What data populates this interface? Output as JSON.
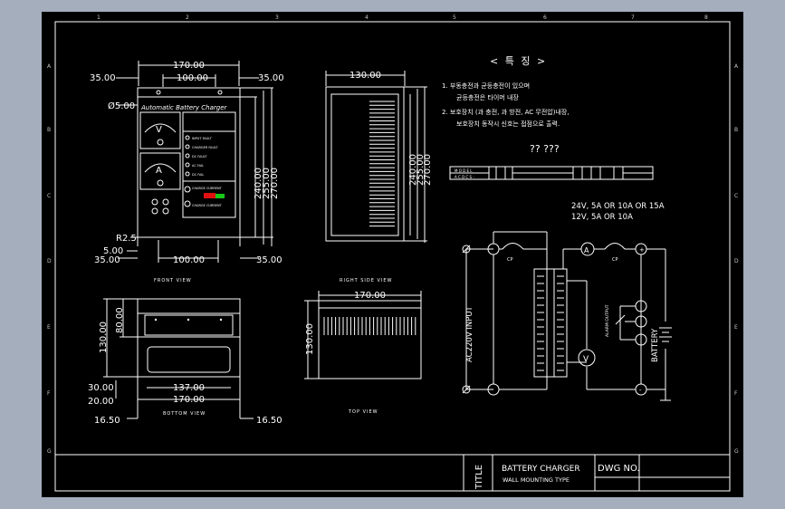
{
  "colors": {
    "background": "#a4aebd",
    "canvas": "#000000",
    "line": "#ffffff",
    "ruler_text": "#c8c8c8",
    "led_red": "#e01010",
    "led_green": "#18c818"
  },
  "ruler_top": [
    "1",
    "2",
    "3",
    "4",
    "5",
    "6",
    "7",
    "8"
  ],
  "ruler_side": [
    "A",
    "B",
    "C",
    "D",
    "E",
    "F",
    "G"
  ],
  "front_view": {
    "caption": "FRONT VIEW",
    "panel_title": "Automatic  Battery  Charger",
    "dims": {
      "top_170": "170.00",
      "top_100": "100.00",
      "left_35": "35.00",
      "right_35": "35.00",
      "hole": "Ø5.00",
      "h240": "240.00",
      "h255": "255.00",
      "h270": "270.00",
      "radius": "R2.5",
      "bot_5": "5.00",
      "bot_35l": "35.00",
      "bot_100": "100.00",
      "bot_35r": "35.00"
    },
    "meters": [
      "V",
      "A"
    ],
    "lamps": [
      "INPUT FAULT",
      "CHARGER FAULT",
      "DC FAULT",
      "AC FAIL",
      "DC FAIL",
      "CHARGE CURRENT",
      "CHARGE CURRENT"
    ]
  },
  "side_view": {
    "caption": "RIGHT SIDE VIEW",
    "dims": {
      "w": "130.00",
      "h240": "240.00",
      "h255": "255.00",
      "h270": "270.00"
    }
  },
  "bottom_view": {
    "caption": "BOTTOM VIEW",
    "dims": {
      "h130": "130.00",
      "h80": "80.00",
      "d30": "30.00",
      "d20": "20.00",
      "w137": "137.00",
      "w170": "170.00",
      "l16": "16.50",
      "r16": "16.50"
    }
  },
  "top_view": {
    "caption": "TOP VIEW",
    "dims": {
      "w": "170.00",
      "h": "130.00"
    }
  },
  "notes": {
    "heading": "< 특 징 >",
    "line1": "1. 부동충전과 균등충전이 있으며",
    "line2": "균등충전은 타이머 내장",
    "line3": "2. 보호장치 (과 충전, 과 방전, AC 무전압)내장,",
    "line4": "보호장치 동작시 신호는 접점으로 출력.",
    "qmarks": "?? ???",
    "table_row1": "M O D E L",
    "table_row2": "A C  D C S -"
  },
  "circuit": {
    "rating1": "24V, 5A OR 10A OR 15A",
    "rating2": "12V, 5A OR 10A",
    "input_label": "AC220V INPUT",
    "cp1": "CP",
    "cp2": "CP",
    "alarm": "ALARM OUTPUT",
    "battery": "BATTERY",
    "ammeter": "A",
    "voltmeter": "V",
    "plus": "+",
    "minus": "-"
  },
  "title_block": {
    "title_label": "TITLE",
    "title_line1": "BATTERY CHARGER",
    "title_line2": "WALL MOUNTING TYPE",
    "dwg_label": "DWG NO."
  }
}
